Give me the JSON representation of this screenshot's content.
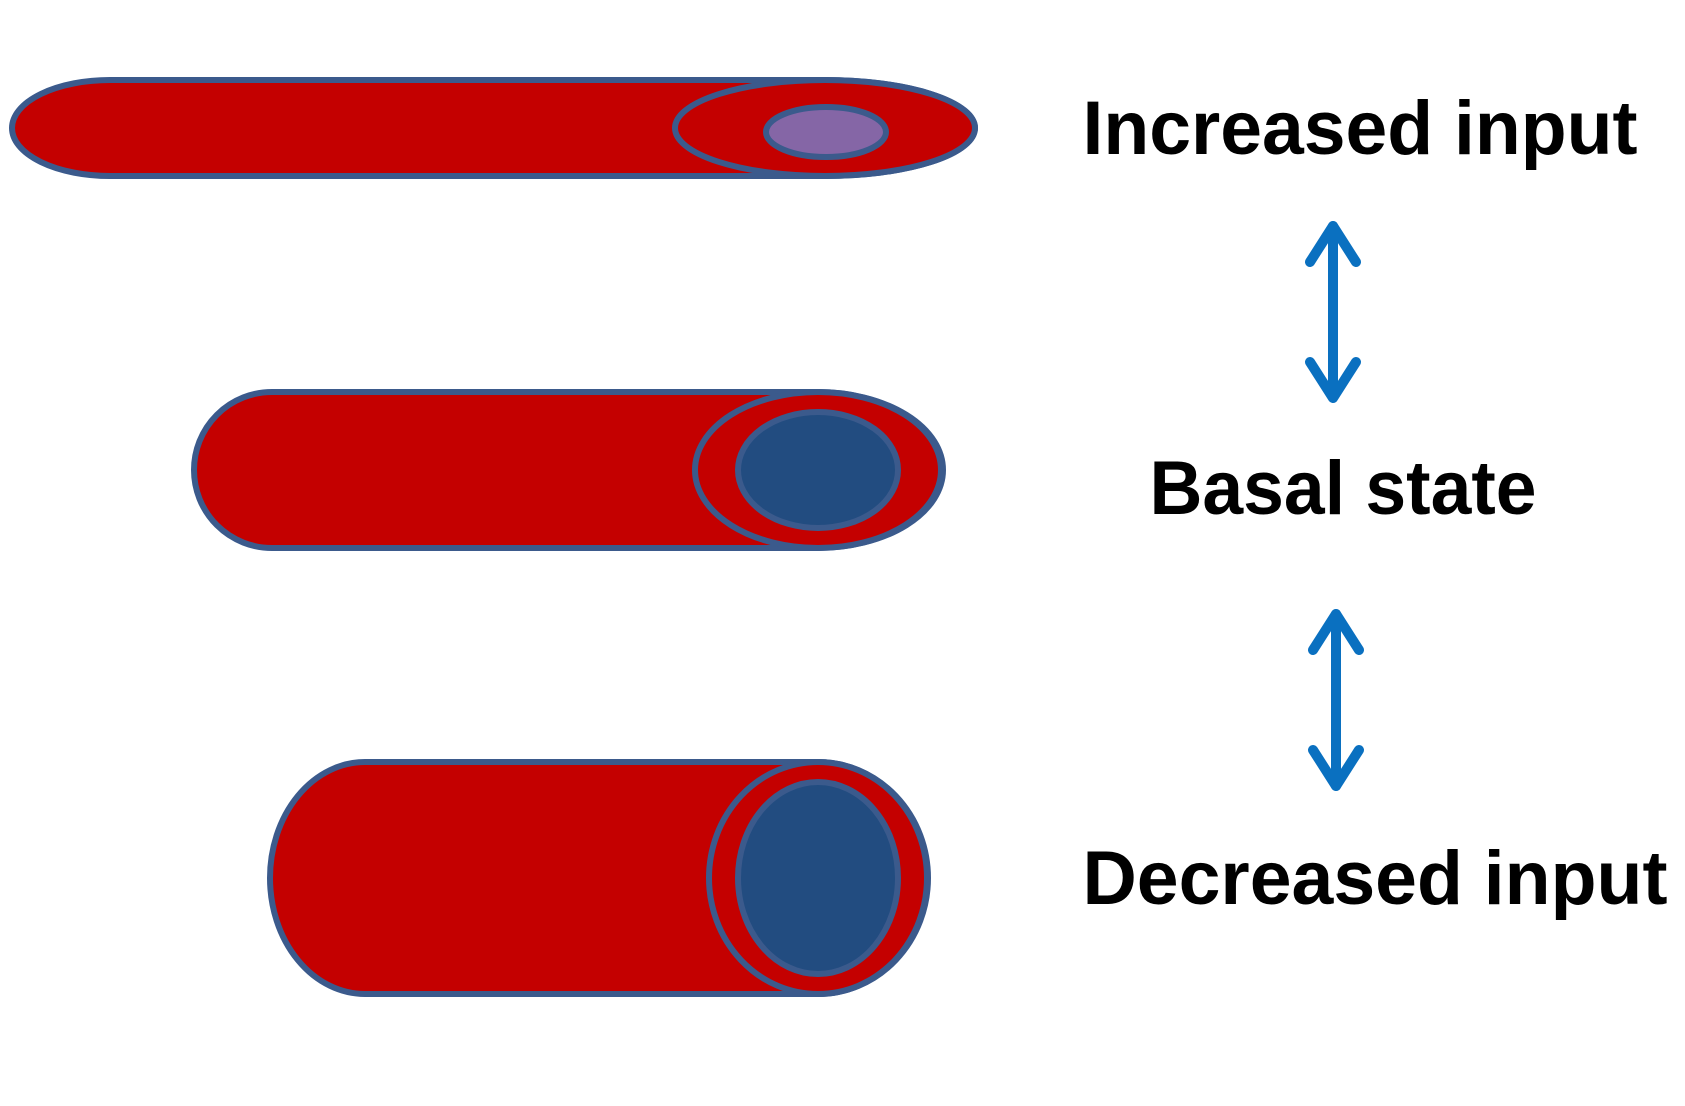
{
  "colors": {
    "vessel_wall": "#c40000",
    "vessel_outline": "#3b5a8c",
    "lumen_increased": "#8566a6",
    "lumen_default": "#224c80",
    "arrow": "#0a70c0",
    "text": "#000000"
  },
  "labels": {
    "increased": "Increased input",
    "basal": "Basal state",
    "decreased": "Decreased input"
  }
}
